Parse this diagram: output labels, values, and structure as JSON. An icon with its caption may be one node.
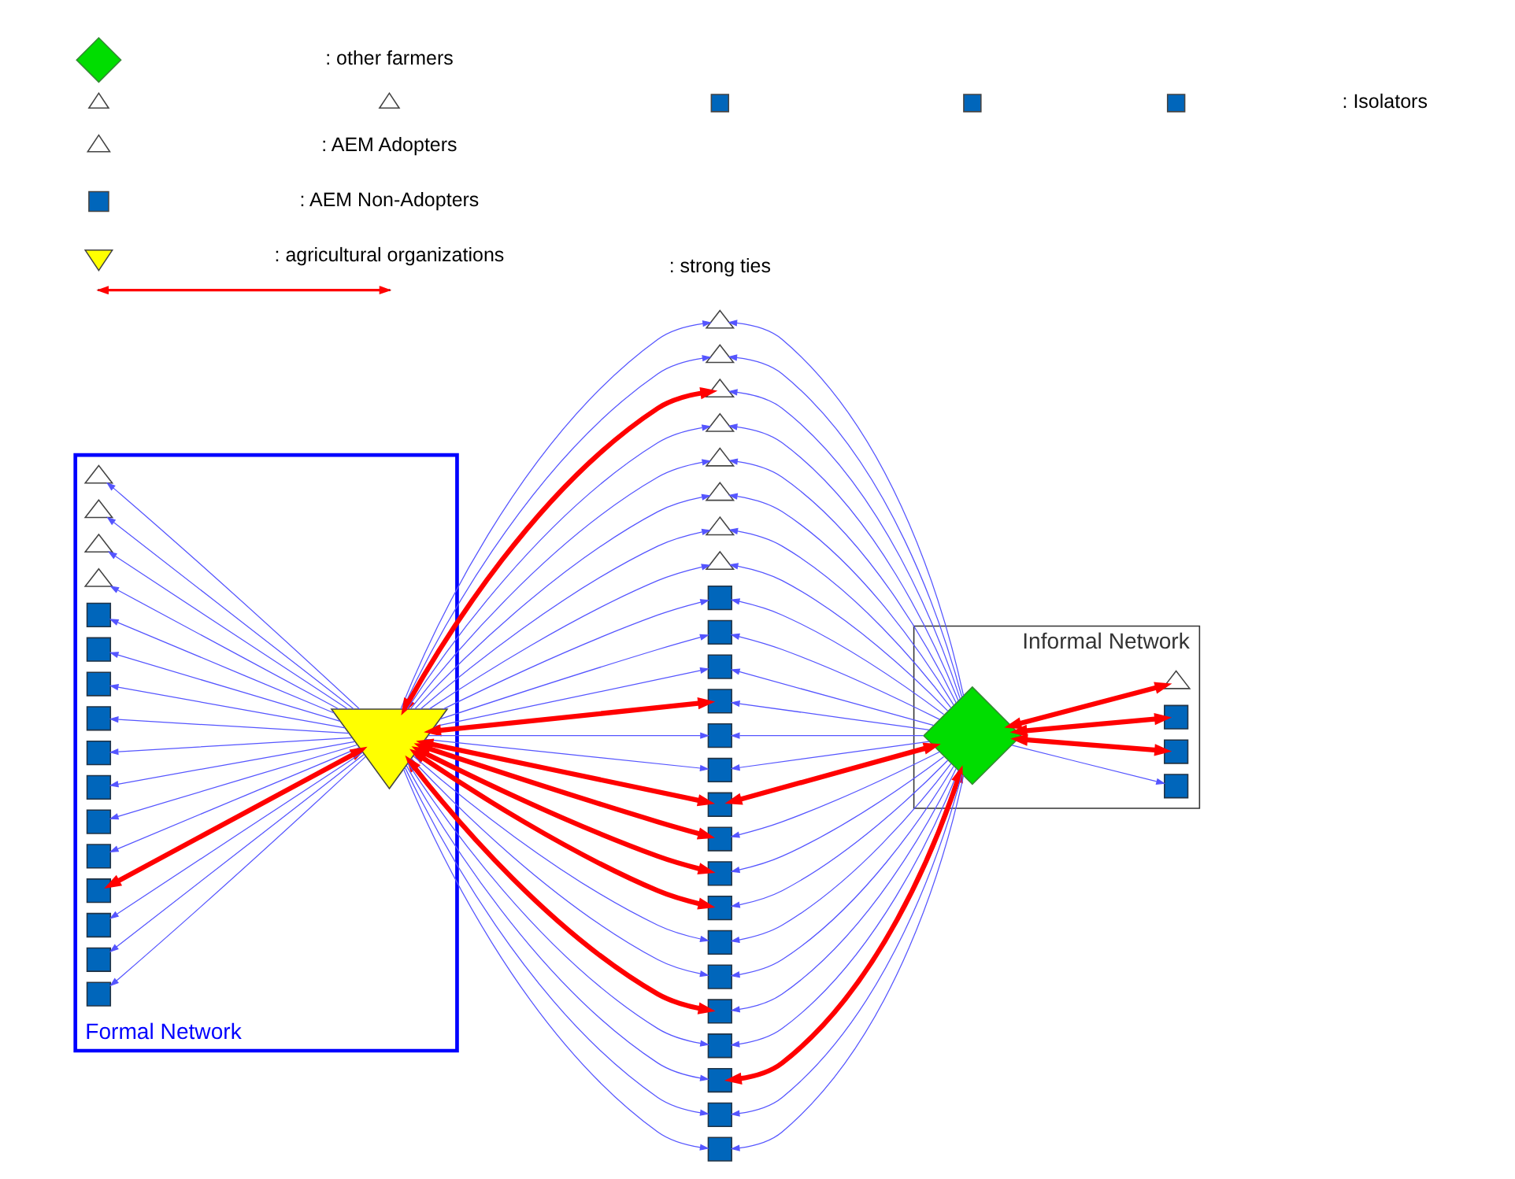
{
  "diagram": {
    "nodes": [
      {
        "text": [
          "Formal Network"
        ]
      },
      {
        "text": [
          "Informal Network"
        ]
      },
      {
        "text": [],
        "shape": "triangle",
        "in": 0
      },
      {
        "text": [],
        "shape": "diamond",
        "in": 1
      },
      {
        "text": [],
        "shape": "triangle",
        "in": 0
      },
      {
        "text": [],
        "shape": "triangle",
        "in": 0
      },
      {
        "text": [],
        "shape": "triangle",
        "in": 0
      },
      {
        "text": [],
        "shape": "triangle",
        "in": 0
      },
      {
        "text": [],
        "shape": "box",
        "in": 0
      },
      {
        "text": [],
        "shape": "box",
        "in": 0
      },
      {
        "text": [],
        "shape": "box",
        "in": 0
      },
      {
        "text": [],
        "shape": "box",
        "in": 0
      },
      {
        "text": [],
        "shape": "box",
        "in": 0
      },
      {
        "text": [],
        "shape": "box",
        "in": 0
      },
      {
        "text": [],
        "shape": "box",
        "in": 0
      },
      {
        "text": [],
        "shape": "box",
        "in": 0
      },
      {
        "text": [],
        "shape": "box",
        "in": 0
      },
      {
        "text": [],
        "shape": "box",
        "in": 0
      },
      {
        "text": [],
        "shape": "box",
        "in": 0
      },
      {
        "text": [],
        "shape": "box",
        "in": 0
      },
      {
        "text": [],
        "shape": "triangle"
      },
      {
        "text": [],
        "shape": "triangle"
      },
      {
        "text": [],
        "shape": "triangle"
      },
      {
        "text": [],
        "shape": "triangle"
      },
      {
        "text": [],
        "shape": "triangle"
      },
      {
        "text": [],
        "shape": "triangle"
      },
      {
        "text": [],
        "shape": "triangle"
      },
      {
        "text": [],
        "shape": "triangle"
      },
      {
        "text": [],
        "shape": "box"
      },
      {
        "text": [],
        "shape": "box"
      },
      {
        "text": [],
        "shape": "box"
      },
      {
        "text": [],
        "shape": "box"
      },
      {
        "text": [],
        "shape": "box"
      },
      {
        "text": [],
        "shape": "box"
      },
      {
        "text": [],
        "shape": "box"
      },
      {
        "text": [],
        "shape": "box"
      },
      {
        "text": [],
        "shape": "box"
      },
      {
        "text": [],
        "shape": "box"
      },
      {
        "text": [],
        "shape": "box"
      },
      {
        "text": [],
        "shape": "box"
      },
      {
        "text": [],
        "shape": "box"
      },
      {
        "text": [],
        "shape": "box"
      },
      {
        "text": [],
        "shape": "box"
      },
      {
        "text": [],
        "shape": "box"
      },
      {
        "text": [],
        "shape": "box"
      },
      {
        "text": [],
        "shape": "triangle",
        "in": 1
      },
      {
        "text": [],
        "shape": "box",
        "in": 1
      },
      {
        "text": [],
        "shape": "box",
        "in": 1
      },
      {
        "text": [],
        "shape": "box",
        "in": 1
      },
      {
        "text": [],
        "shape": "diamond"
      }
    ],
    "edges": [
      {
        "from": 2,
        "to": 4,
        "arrow": "to"
      },
      {
        "from": 2,
        "to": 5,
        "arrow": "to"
      },
      {
        "from": 2,
        "to": 6,
        "arrow": "to"
      },
      {
        "from": 2,
        "to": 7,
        "arrow": "to"
      },
      {
        "from": 2,
        "to": 8,
        "arrow": "to"
      },
      {
        "from": 2,
        "to": 9,
        "arrow": "to"
      },
      {
        "from": 2,
        "to": 10,
        "arrow": "to"
      },
      {
        "from": 2,
        "to": 11,
        "arrow": "to"
      },
      {
        "from": 2,
        "to": 12,
        "arrow": "to"
      },
      {
        "from": 2,
        "to": 13,
        "arrow": "to"
      },
      {
        "from": 2,
        "to": 14,
        "arrow": "to"
      },
      {
        "from": 2,
        "to": 15,
        "arrow": "to"
      },
      {
        "from": 2,
        "to": 16,
        "arrow": "both",
        "style": "thick",
        "color": "#ff0000"
      },
      {
        "from": 2,
        "to": 17,
        "arrow": "to"
      },
      {
        "from": 2,
        "to": 18,
        "arrow": "to"
      },
      {
        "from": 2,
        "to": 19,
        "arrow": "to"
      },
      {
        "from": 2,
        "to": 20,
        "arrow": "to"
      },
      {
        "from": 2,
        "to": 21,
        "arrow": "to"
      },
      {
        "from": 2,
        "to": 22,
        "arrow": "both",
        "style": "thick",
        "color": "#ff0000"
      },
      {
        "from": 2,
        "to": 23,
        "arrow": "to"
      },
      {
        "from": 2,
        "to": 24,
        "arrow": "to"
      },
      {
        "from": 2,
        "to": 25,
        "arrow": "to"
      },
      {
        "from": 2,
        "to": 26,
        "arrow": "to"
      },
      {
        "from": 2,
        "to": 27,
        "arrow": "to"
      },
      {
        "from": 2,
        "to": 28,
        "arrow": "to"
      },
      {
        "from": 2,
        "to": 29,
        "arrow": "to"
      },
      {
        "from": 2,
        "to": 30,
        "arrow": "to"
      },
      {
        "from": 2,
        "to": 31,
        "arrow": "both",
        "style": "thick",
        "color": "#ff0000"
      },
      {
        "from": 2,
        "to": 32,
        "arrow": "to"
      },
      {
        "from": 2,
        "to": 33,
        "arrow": "to"
      },
      {
        "from": 2,
        "to": 34,
        "arrow": "both",
        "style": "thick",
        "color": "#ff0000"
      },
      {
        "from": 2,
        "to": 35,
        "arrow": "both",
        "style": "thick",
        "color": "#ff0000"
      },
      {
        "from": 2,
        "to": 36,
        "arrow": "both",
        "style": "thick",
        "color": "#ff0000"
      },
      {
        "from": 2,
        "to": 37,
        "arrow": "both",
        "style": "thick",
        "color": "#ff0000"
      },
      {
        "from": 2,
        "to": 38,
        "arrow": "to"
      },
      {
        "from": 2,
        "to": 39,
        "arrow": "to"
      },
      {
        "from": 2,
        "to": 40,
        "arrow": "both",
        "style": "thick",
        "color": "#ff0000"
      },
      {
        "from": 2,
        "to": 41,
        "arrow": "to"
      },
      {
        "from": 2,
        "to": 42,
        "arrow": "to"
      },
      {
        "from": 2,
        "to": 43,
        "arrow": "to"
      },
      {
        "from": 2,
        "to": 44,
        "arrow": "to"
      },
      {
        "from": 3,
        "to": 20,
        "arrow": "to"
      },
      {
        "from": 3,
        "to": 21,
        "arrow": "to"
      },
      {
        "from": 3,
        "to": 22,
        "arrow": "to"
      },
      {
        "from": 3,
        "to": 23,
        "arrow": "to"
      },
      {
        "from": 3,
        "to": 24,
        "arrow": "to"
      },
      {
        "from": 3,
        "to": 25,
        "arrow": "to"
      },
      {
        "from": 3,
        "to": 26,
        "arrow": "to"
      },
      {
        "from": 3,
        "to": 27,
        "arrow": "to"
      },
      {
        "from": 3,
        "to": 28,
        "arrow": "to"
      },
      {
        "from": 3,
        "to": 29,
        "arrow": "to"
      },
      {
        "from": 3,
        "to": 30,
        "arrow": "to"
      },
      {
        "from": 3,
        "to": 31,
        "arrow": "to"
      },
      {
        "from": 3,
        "to": 32,
        "arrow": "to"
      },
      {
        "from": 3,
        "to": 33,
        "arrow": "to"
      },
      {
        "from": 3,
        "to": 34,
        "arrow": "both",
        "style": "thick",
        "color": "#ff0000"
      },
      {
        "from": 3,
        "to": 35,
        "arrow": "to"
      },
      {
        "from": 3,
        "to": 36,
        "arrow": "to"
      },
      {
        "from": 3,
        "to": 37,
        "arrow": "to"
      },
      {
        "from": 3,
        "to": 38,
        "arrow": "to"
      },
      {
        "from": 3,
        "to": 39,
        "arrow": "to"
      },
      {
        "from": 3,
        "to": 40,
        "arrow": "to"
      },
      {
        "from": 3,
        "to": 41,
        "arrow": "to"
      },
      {
        "from": 3,
        "to": 42,
        "arrow": "both",
        "style": "thick",
        "color": "#ff0000"
      },
      {
        "from": 3,
        "to": 43,
        "arrow": "to"
      },
      {
        "from": 3,
        "to": 44,
        "arrow": "to"
      },
      {
        "from": 3,
        "to": 45,
        "arrow": "both",
        "style": "thick",
        "color": "#ff0000"
      },
      {
        "from": 3,
        "to": 46,
        "arrow": "both",
        "style": "thick",
        "color": "#ff0000"
      },
      {
        "from": 3,
        "to": 47,
        "arrow": "both",
        "style": "thick",
        "color": "#ff0000"
      },
      {
        "from": 3,
        "to": 48,
        "arrow": "to"
      }
    ],
    "legend": [
      {
        "text": ": Isolators"
      },
      {
        "text": ": AEM Adopters"
      },
      {
        "text": ": AEM Non-Adopters"
      },
      {
        "text": ": agricultural organizations"
      },
      {
        "text": ": other farmers"
      },
      {
        "text": ": strong ties"
      }
    ]
  }
}
